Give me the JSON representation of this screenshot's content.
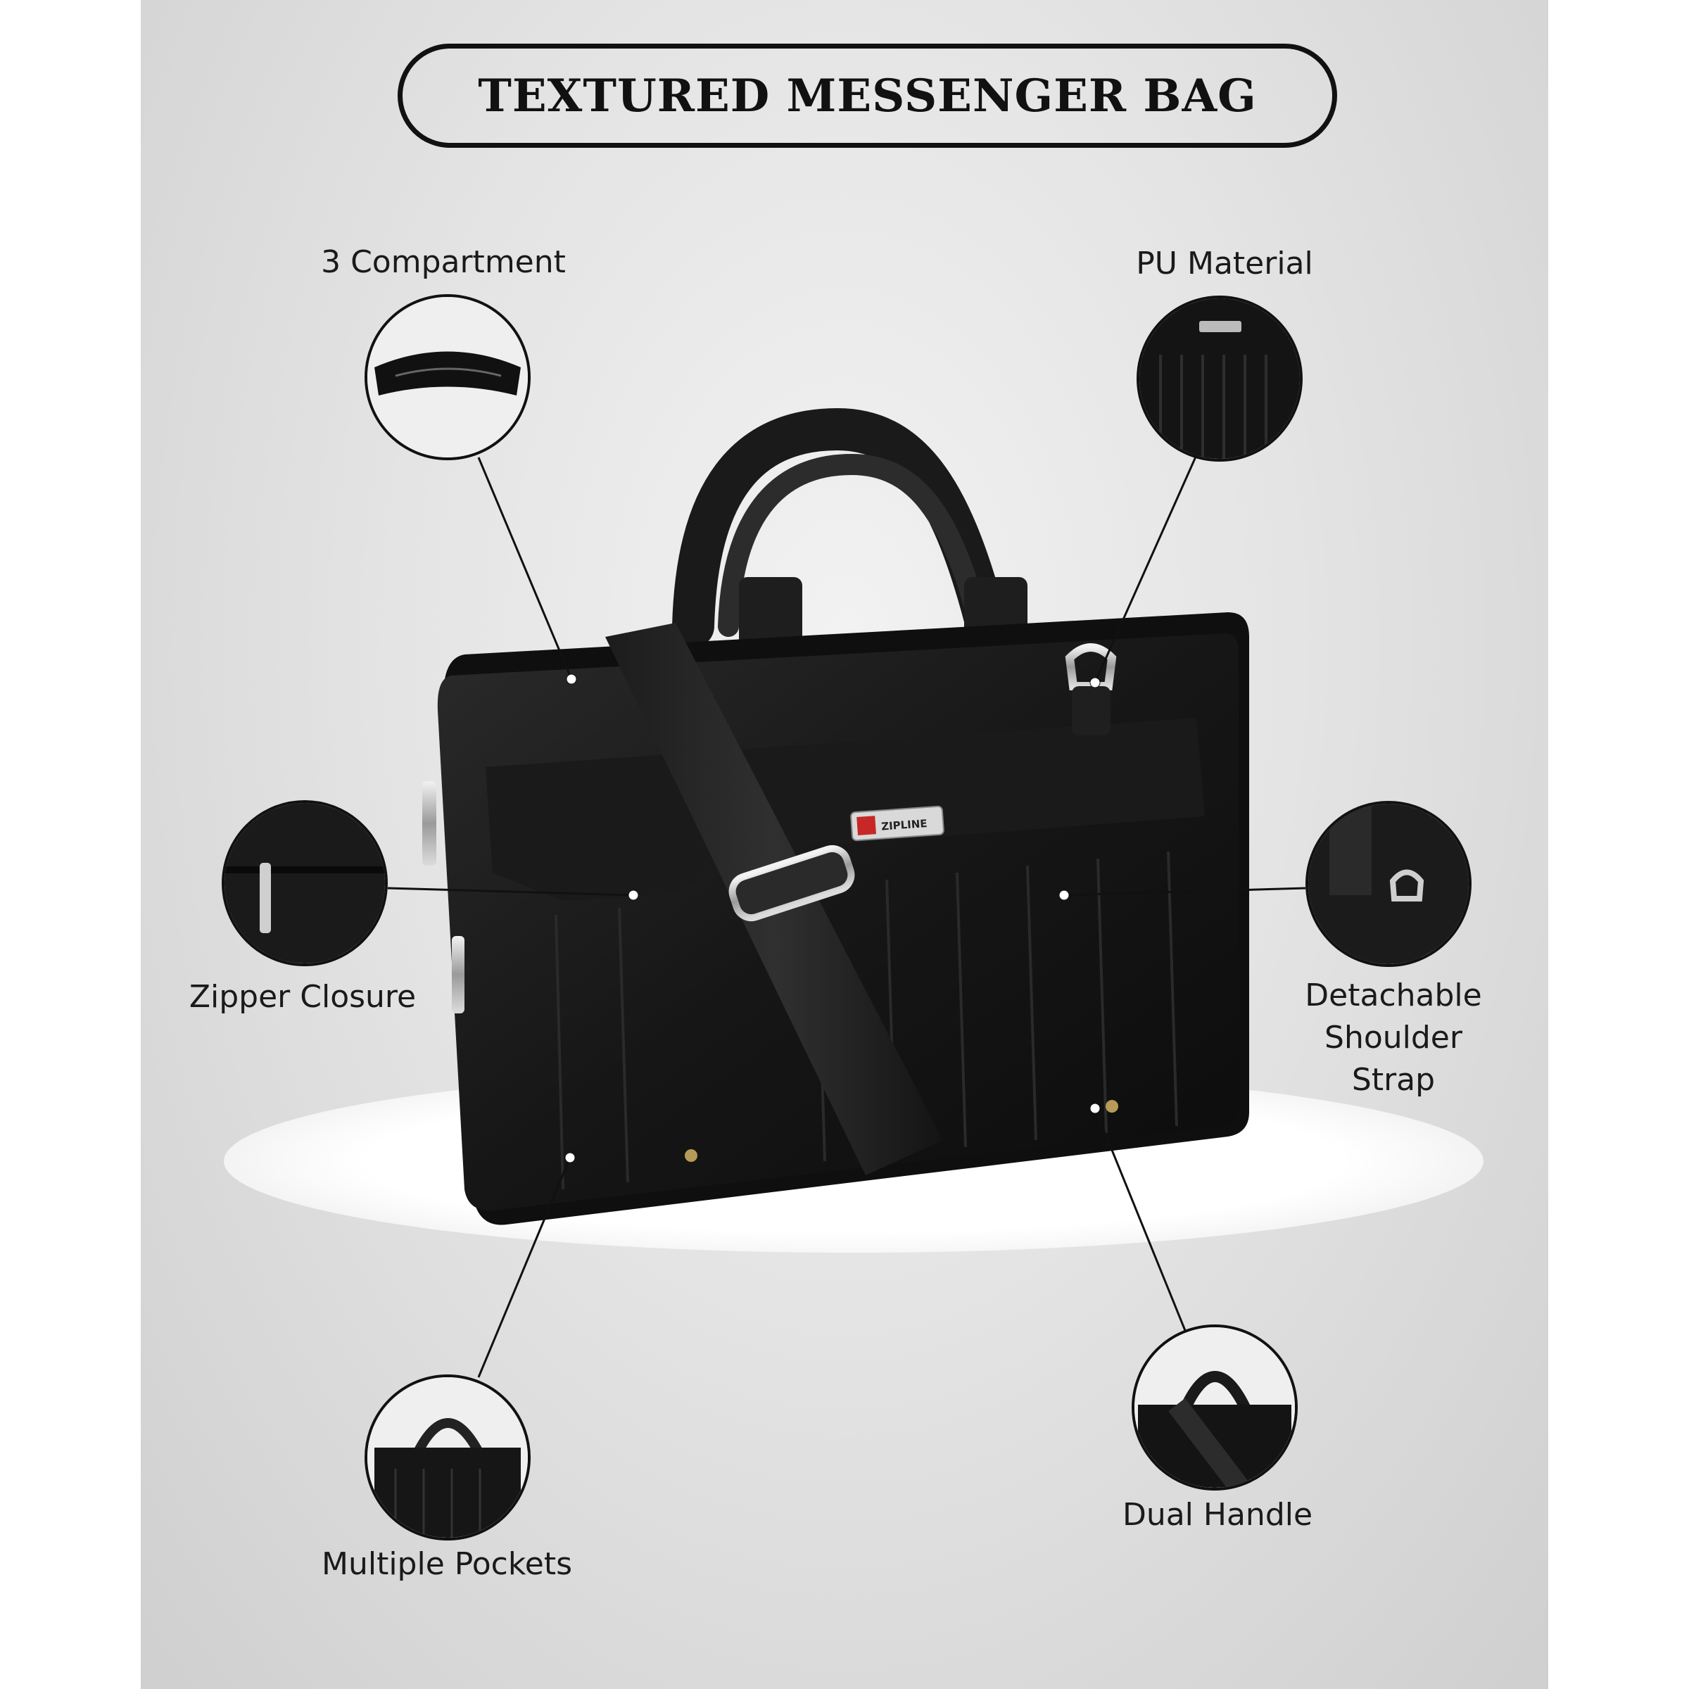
{
  "title": "TEXTURED MESSENGER BAG",
  "brand_logo_text": "ZIPLINE",
  "features": {
    "compartment": "3 Compartment",
    "material": "PU Material",
    "zipper": "Zipper Closure",
    "strap": "Detachable\nShoulder\nStrap",
    "pockets": "Multiple Pockets",
    "handle": "Dual Handle"
  },
  "colors": {
    "background": "#d9d9d9",
    "bag": "#151515",
    "text": "#111111"
  }
}
